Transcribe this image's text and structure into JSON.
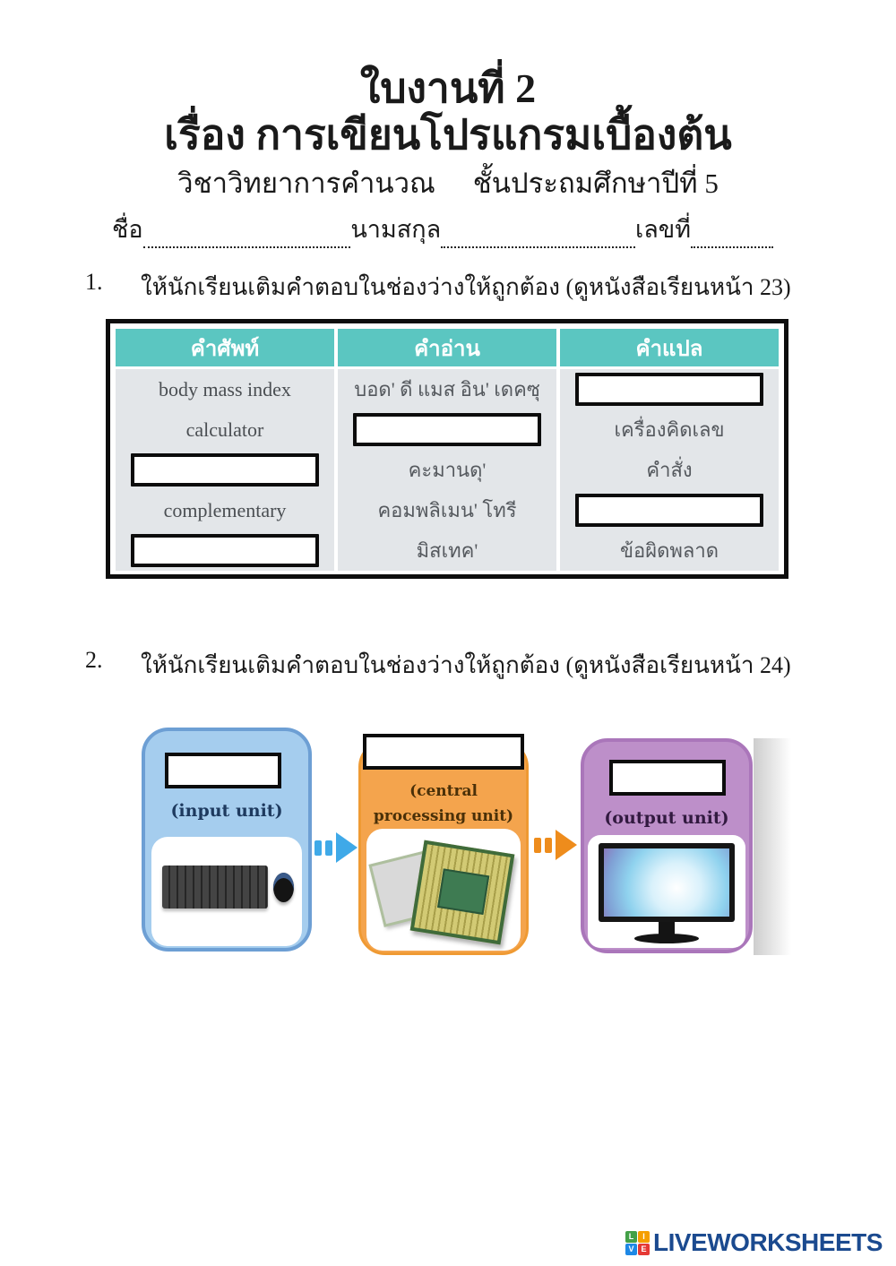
{
  "page": {
    "title_line1": "ใบงานที่ 2",
    "title_line2": "เรื่อง การเขียนโปรแกรมเบื้องต้น",
    "title_line3_left": "วิชาวิทยาการคำนวณ",
    "title_line3_right": "ชั้นประถมศึกษาปีที่ 5"
  },
  "name_line": {
    "name_label": "ชื่อ",
    "surname_label": "นามสกุล",
    "number_label": "เลขที่"
  },
  "question1": {
    "number": "1.",
    "text": "ให้นักเรียนเติมคำตอบในช่องว่างให้ถูกต้อง (ดูหนังสือเรียนหน้า 23)"
  },
  "question2": {
    "number": "2.",
    "text": "ให้นักเรียนเติมคำตอบในช่องว่างให้ถูกต้อง (ดูหนังสือเรียนหน้า 24)"
  },
  "table": {
    "headers": [
      "คำศัพท์",
      "คำอ่าน",
      "คำแปล"
    ],
    "rows": {
      "r0c0": "body mass index",
      "r0c1": "บอด' ดี แมส อิน' เดคซุ",
      "r1c0": "calculator",
      "r1c2": "เครื่องคิดเลข",
      "r2c1": "คะมานดุ'",
      "r2c2": "คำสั่ง",
      "r3c0": "complementary",
      "r3c1": "คอมพลิเมน' โทรี",
      "r4c1": "มิสเทค'",
      "r4c2": "ข้อผิดพลาด"
    }
  },
  "diagram": {
    "input_label": "(input unit)",
    "cpu_label": "(central processing unit)",
    "output_label": "(output unit)"
  },
  "footer": {
    "logo_text": "LIVEWORKSHEETS",
    "logo_squares": [
      "L",
      "I",
      "V",
      "E"
    ]
  },
  "colors": {
    "table-header": "#5bc6c1",
    "table-body": "#e3e6e9",
    "box-blue": "#a5cdee",
    "box-blue-border": "#6d9fd4",
    "box-orange": "#f4a44d",
    "box-purple": "#bd8fc9",
    "box-purple-border": "#aa76ba",
    "arrow-blue": "#3fa9e8",
    "arrow-orange": "#ee8c1c",
    "logo-blue": "#1b4a8f"
  }
}
